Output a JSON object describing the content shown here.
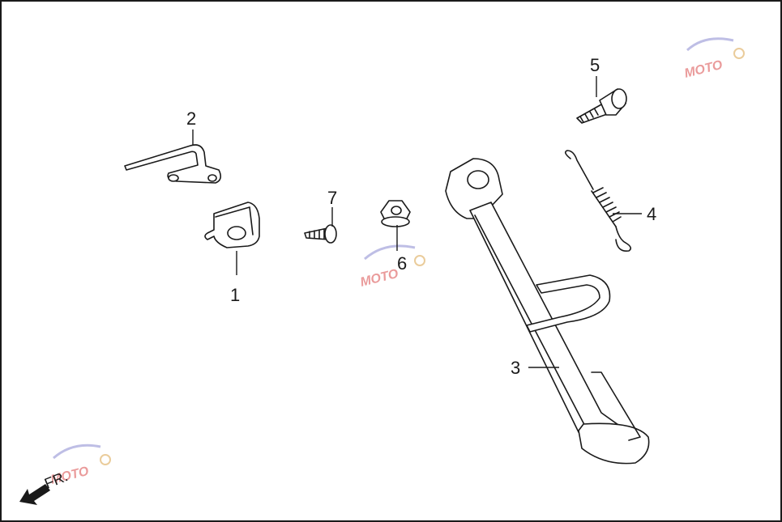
{
  "diagram": {
    "direction_label": "FR.",
    "callouts": [
      {
        "id": "1",
        "label": "1"
      },
      {
        "id": "2",
        "label": "2"
      },
      {
        "id": "3",
        "label": "3"
      },
      {
        "id": "4",
        "label": "4"
      },
      {
        "id": "5",
        "label": "5"
      },
      {
        "id": "6",
        "label": "6"
      },
      {
        "id": "7",
        "label": "7"
      }
    ]
  },
  "watermark": {
    "text": "MOTO",
    "colors": {
      "primary": "#d94a4a",
      "secondary": "#8a8ad0"
    }
  }
}
